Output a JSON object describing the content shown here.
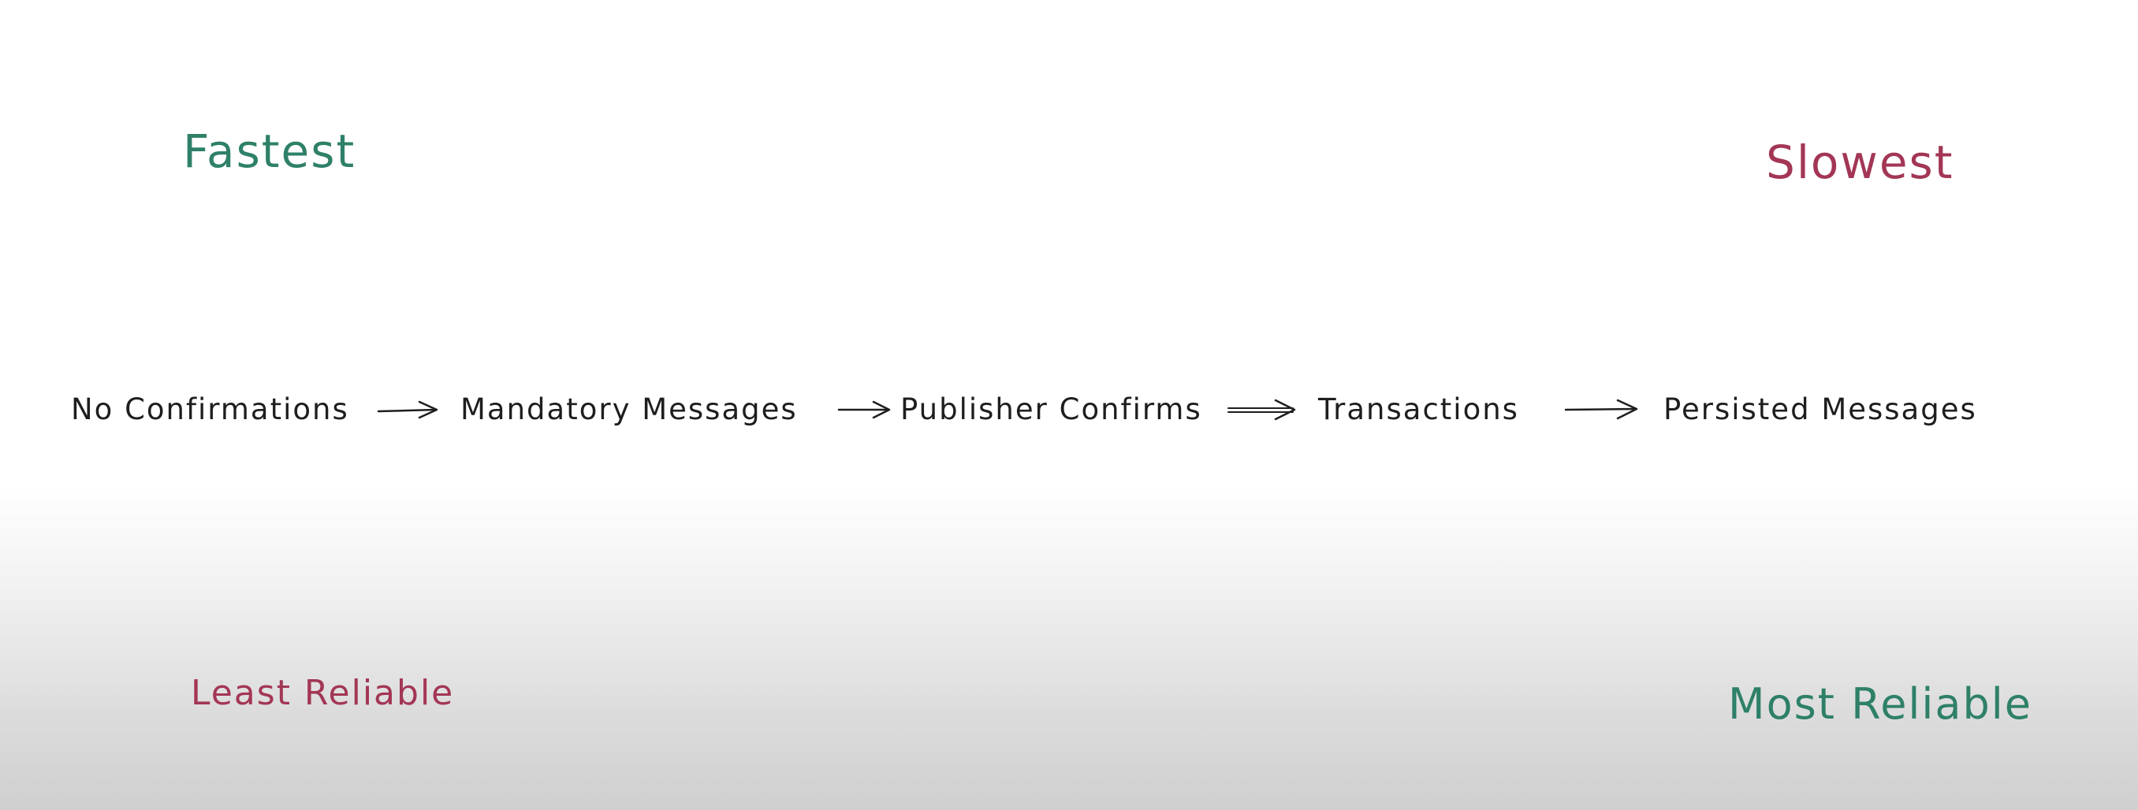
{
  "corners": {
    "fastest": "Fastest",
    "slowest": "Slowest",
    "least_reliable": "Least Reliable",
    "most_reliable": "Most Reliable"
  },
  "flow": {
    "steps": [
      "No Confirmations",
      "Mandatory Messages",
      "Publisher Confirms",
      "Transactions",
      "Persisted Messages"
    ]
  },
  "colors": {
    "green": "#2e8068",
    "red": "#a33655",
    "text": "#1e1e1e"
  }
}
